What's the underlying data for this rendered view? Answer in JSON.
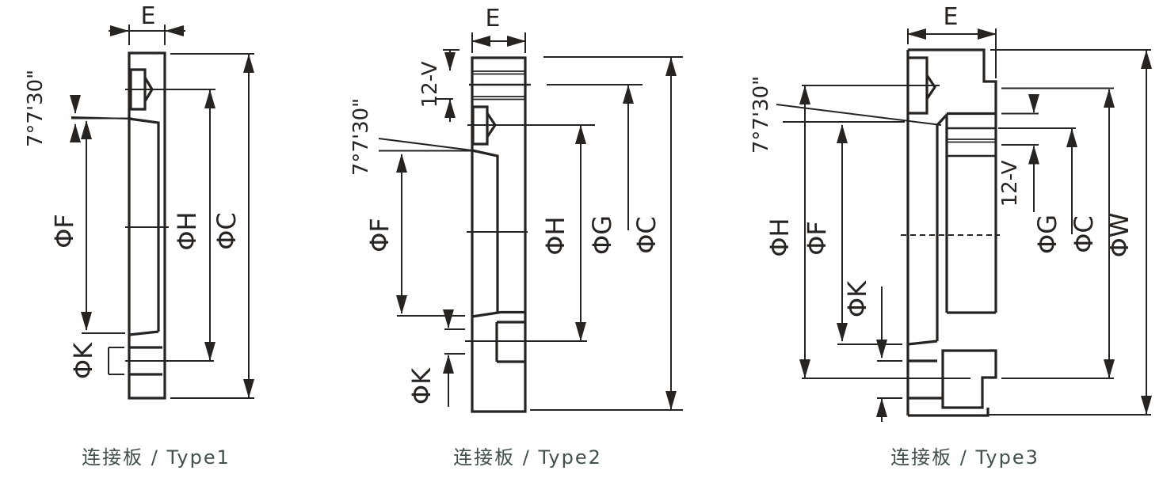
{
  "drawing": {
    "background": "#ffffff",
    "line_color": "#262321",
    "caption_color": "#41504c",
    "types": [
      {
        "caption": "连接板 / Type1",
        "labels": {
          "e": "E",
          "angle": "7°7'30\"",
          "f": "ΦF",
          "h": "ΦH",
          "c": "ΦC",
          "k": "ΦK"
        }
      },
      {
        "caption": "连接板 / Type2",
        "labels": {
          "e": "E",
          "angle": "7°7'30\"",
          "v": "12-V",
          "f": "ΦF",
          "h": "ΦH",
          "g": "ΦG",
          "c": "ΦC",
          "k": "ΦK"
        }
      },
      {
        "caption": "连接板 / Type3",
        "labels": {
          "e": "E",
          "angle": "7°7'30\"",
          "v": "12-V",
          "f": "ΦF",
          "h": "ΦH",
          "g": "ΦG",
          "c": "ΦC",
          "k": "ΦK",
          "w": "ΦW"
        }
      }
    ]
  }
}
